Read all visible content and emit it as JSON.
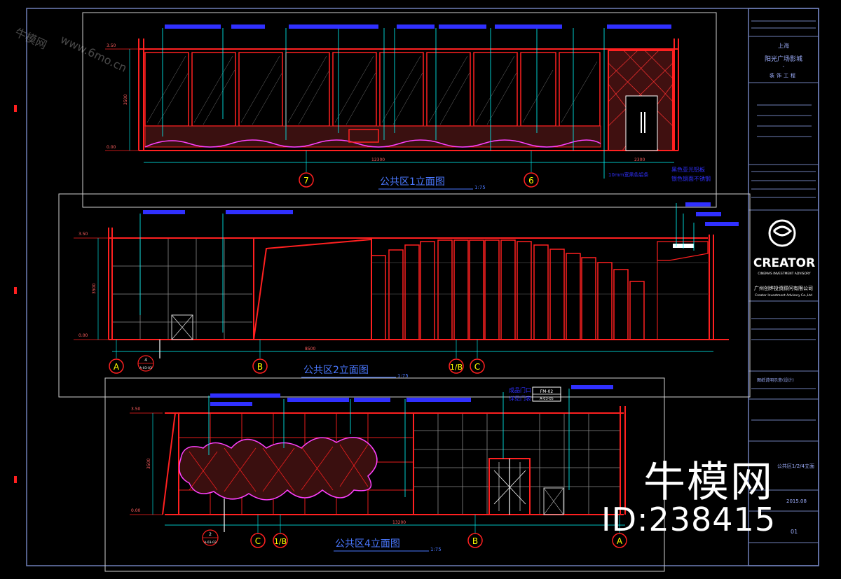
{
  "colors": {
    "background": "#000000",
    "wall": "#ff2020",
    "leader": "#00ffff",
    "annotation": "#3030ff",
    "frame": "#6f7fb8",
    "titles": "#4a78ff",
    "grid": "#8a8a8a"
  },
  "title_block": {
    "city": "上海",
    "project": "阳光广场影城",
    "subtitle": "装饰工程",
    "company_logo_text": "CREATOR",
    "company_logo_sub": "CINEMAS INVESTMENT ADVISORY",
    "company_cn": "广州创烨投资顾问有限公司",
    "company_en": "Creator Investment Advisory Co.,Ltd",
    "drawing_name": "公共区1/2/4立面",
    "sheet_note": "图纸说明示意(设计)",
    "date": "2015.08",
    "sheet_no": "01"
  },
  "elevations": [
    {
      "title": "公共区1立面图",
      "scale": "1:75",
      "axes": [
        "7",
        "6"
      ],
      "dims": [
        "12300",
        "2300"
      ],
      "levels": [
        "3.50",
        "0.00"
      ],
      "height_dim": "3500",
      "notes_right": [
        "黑色亚光铝板",
        "银色镜面不锈钢"
      ],
      "note_bottom": "10mm宽黑色铝条"
    },
    {
      "title": "公共区2立面图",
      "scale": "1:75",
      "axes": [
        "A",
        "B",
        "1/B",
        "C"
      ],
      "dims": [
        "8500"
      ],
      "levels": [
        "3.50",
        "0.00"
      ],
      "height_dim": "3500",
      "callout": {
        "num": "4",
        "sheet": "A-03-03"
      }
    },
    {
      "title": "公共区4立面图",
      "scale": "1:75",
      "axes": [
        "C",
        "1/B",
        "B",
        "A"
      ],
      "dims": [
        "13200"
      ],
      "levels": [
        "3.50",
        "0.00"
      ],
      "height_dim": "3500",
      "callout": {
        "num": "2",
        "sheet": "A-03-03"
      },
      "door_tag": {
        "label": "FM-02",
        "sheet": "A-03-05"
      },
      "door_note": [
        "成品门口",
        "详见门表"
      ]
    }
  ],
  "watermark": {
    "brand": "牛模网",
    "url": "www.6mo.cn",
    "id_label": "ID:238415"
  }
}
